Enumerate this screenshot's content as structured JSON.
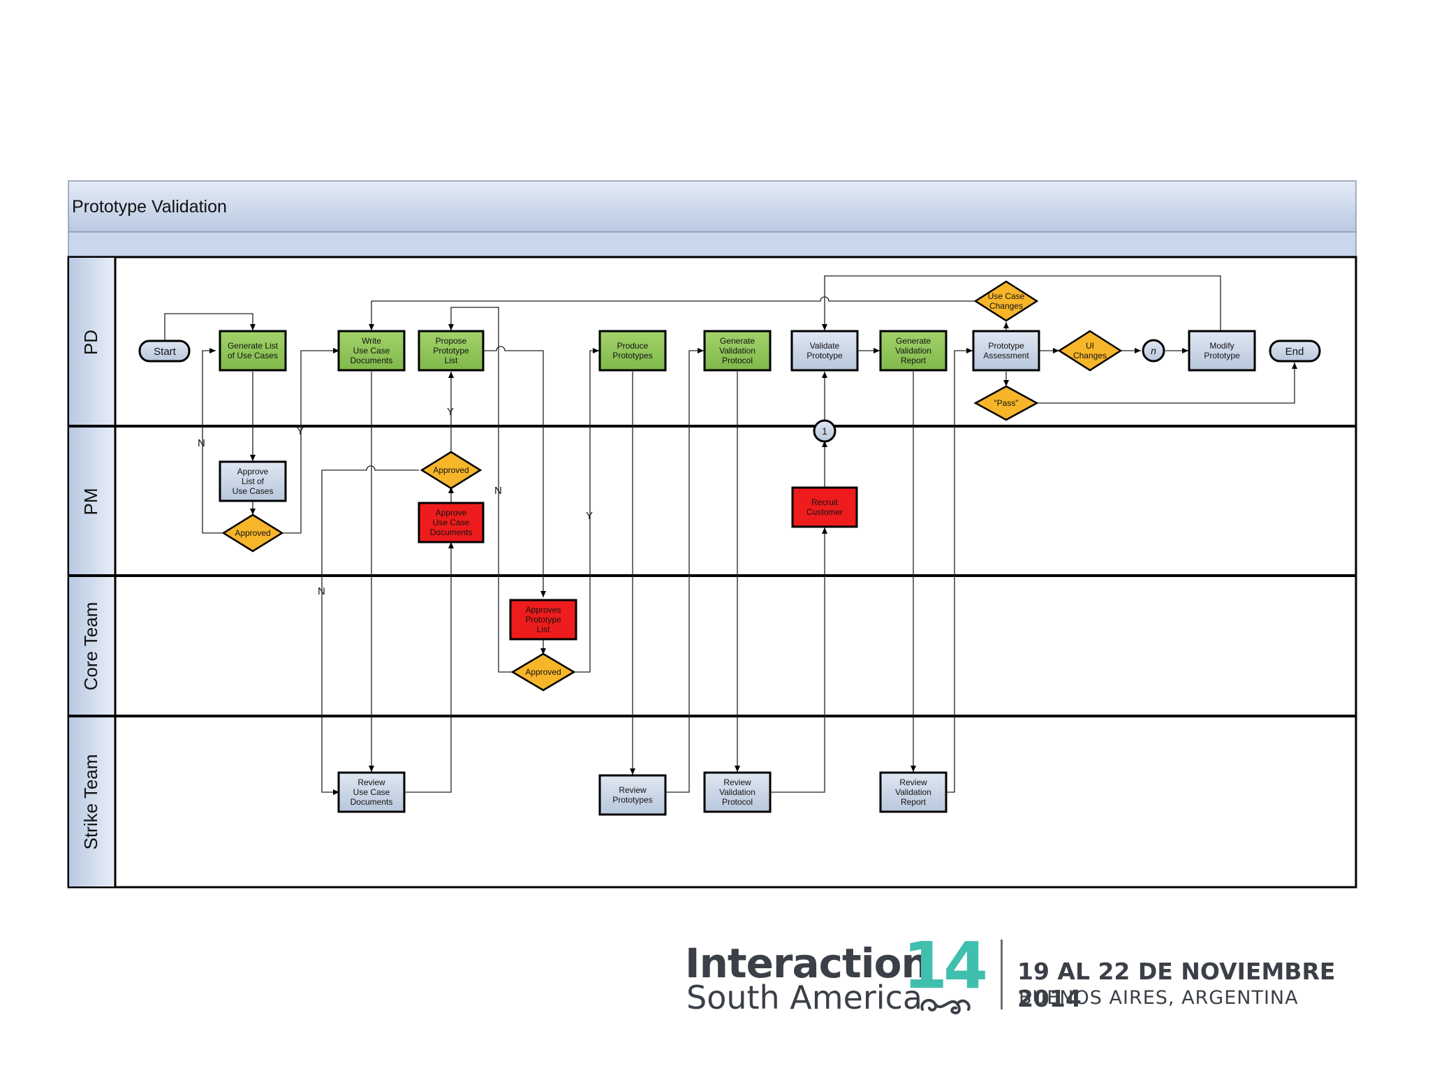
{
  "diagram": {
    "title": "Prototype Validation",
    "lanes": [
      "PD",
      "PM",
      "Core Team",
      "Strike Team"
    ],
    "nodes": {
      "start": "Start",
      "generate_list": [
        "Generate List",
        "of Use Cases"
      ],
      "write_uc": [
        "Write",
        "Use Case",
        "Documents"
      ],
      "propose_proto": [
        "Propose",
        "Prototype",
        "List"
      ],
      "produce_proto": [
        "Produce",
        "Prototypes"
      ],
      "gen_val_protocol": [
        "Generate",
        "Validation",
        "Protocol"
      ],
      "validate_proto": [
        "Validate",
        "Prototype"
      ],
      "gen_val_report": [
        "Generate",
        "Validation",
        "Report"
      ],
      "proto_assessment": [
        "Prototype",
        "Assessment"
      ],
      "ui_changes": [
        "UI",
        "Changes"
      ],
      "n_connector": "n",
      "modify_proto": [
        "Modify",
        "Prototype"
      ],
      "end": "End",
      "uc_changes": [
        "Use Case",
        "Changes"
      ],
      "pass": [
        "\"Pass\""
      ],
      "approve_list": [
        "Approve",
        "List of",
        "Use Cases"
      ],
      "approved_pm1": [
        "Approved"
      ],
      "approved_pm2": [
        "Approved"
      ],
      "approve_uc_docs": [
        "Approve",
        "Use Case",
        "Documents"
      ],
      "recruit": [
        "Recruit",
        "Customer"
      ],
      "connector_1": "1",
      "approves_proto_list": [
        "Approves",
        "Prototype",
        "List"
      ],
      "approved_core": [
        "Approved"
      ],
      "review_uc_docs": [
        "Review",
        "Use Case",
        "Documents"
      ],
      "review_protos": [
        "Review",
        "Prototypes"
      ],
      "review_val_protocol": [
        "Review",
        "Validation",
        "Protocol"
      ],
      "review_val_report": [
        "Review",
        "Validation",
        "Report"
      ]
    },
    "labels": {
      "n1": "N",
      "y1": "Y",
      "y2": "Y",
      "n2": "N",
      "y3": "Y",
      "n3": "N"
    },
    "colors": {
      "green": "#8fc55a",
      "blue_grey": "#c9d5e6",
      "red": "#ee1c1c",
      "diamond": "#f7b52a",
      "header": "#c5d3e9",
      "lane_header": "#c5d3e9"
    }
  },
  "footer": {
    "brand_main": "Interaction",
    "brand_number": "14",
    "brand_sub": "South America",
    "date": "19 AL 22 DE NOVIEMBRE 2014",
    "place": "BUENOS AIRES, ARGENTINA"
  }
}
